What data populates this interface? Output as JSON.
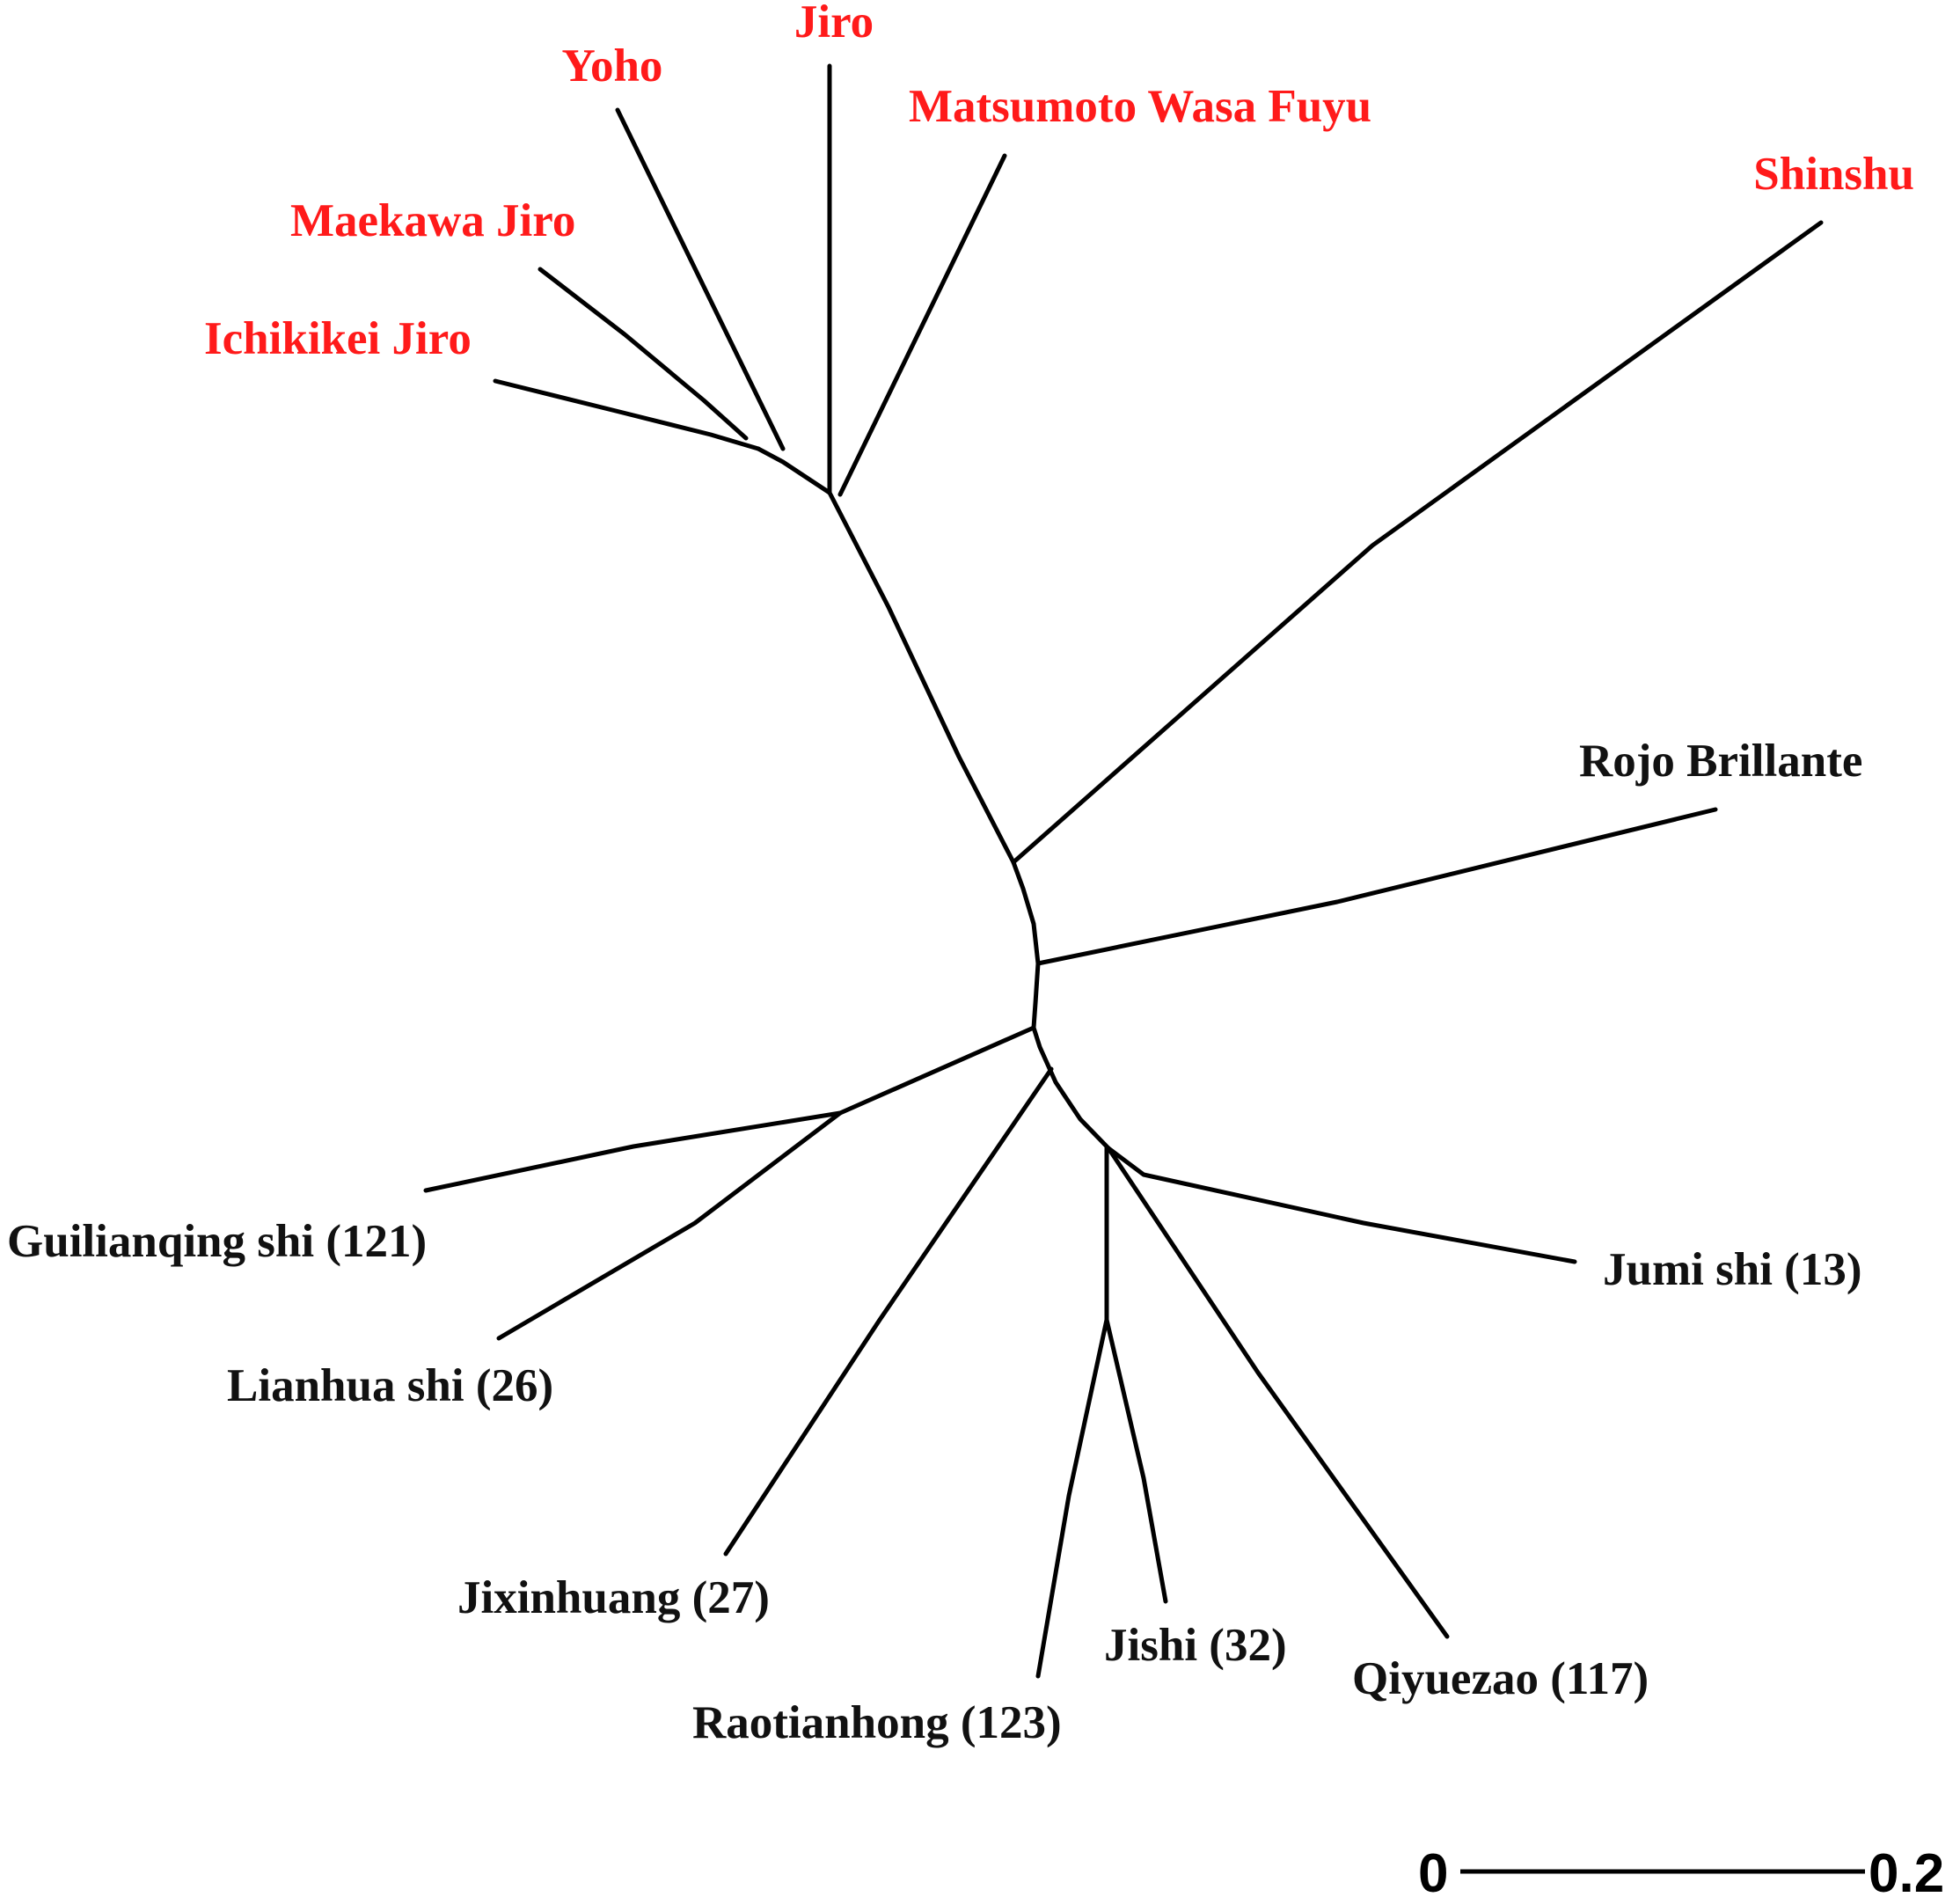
{
  "colors": {
    "japanese_cultivar": "#ff1a1a",
    "other_cultivar": "#111111",
    "branch": "#000000"
  },
  "leaves": {
    "jiro": "Jiro",
    "yoho": "Yoho",
    "matsumoto_wasa_fuyu": "Matsumoto Wasa Fuyu",
    "shinshu": "Shinshu",
    "maekawa_jiro": "Maekawa Jiro",
    "ichikikei_jiro": "Ichikikei Jiro",
    "rojo_brillante": "Rojo Brillante",
    "guilianqing_shi": "Guilianqing shi (121)",
    "jumi_shi": "Jumi shi (13)",
    "lianhua_shi": "Lianhua shi (26)",
    "jixinhuang": "Jixinhuang (27)",
    "jishi": "Jishi (32)",
    "qiyuezao": "Qiyuezao (117)",
    "raotianhong": "Raotianhong (123)"
  },
  "scale_bar": {
    "start_label": "0",
    "end_label": "0.2"
  }
}
